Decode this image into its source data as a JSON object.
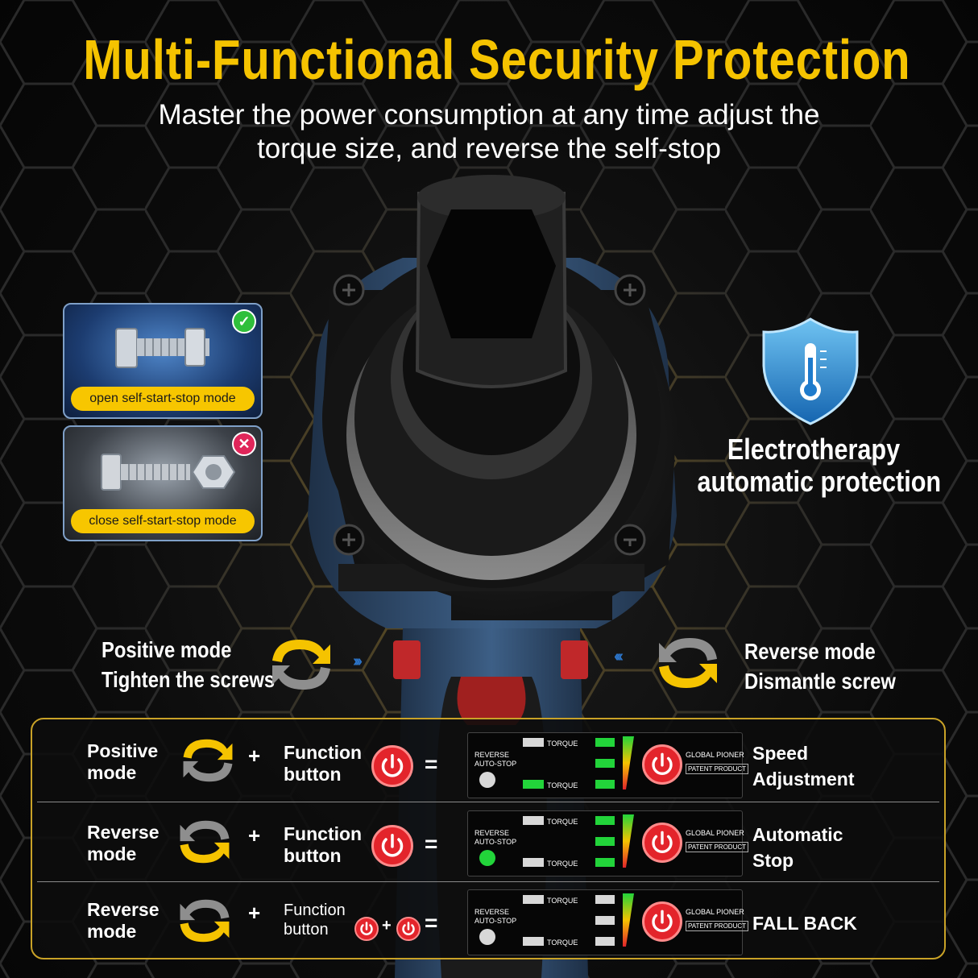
{
  "header": {
    "title": "Multi-Functional Security Protection",
    "subtitle_line1": "Master the power consumption at any time adjust the",
    "subtitle_line2": "torque size, and reverse the self-stop"
  },
  "modes": {
    "open_label": "open self-start-stop mode",
    "close_label": "close self-start-stop mode"
  },
  "feature": {
    "line1": "Electrotherapy",
    "line2": "automatic protection"
  },
  "directions": {
    "positive_line1": "Positive mode",
    "positive_line2": "Tighten the screws",
    "reverse_line1": "Reverse mode",
    "reverse_line2": "Dismantle screw"
  },
  "colors": {
    "accent_yellow": "#f5c300",
    "power_red": "#e3242b",
    "led_green": "#22d43a",
    "panel_border": "#c9a227"
  },
  "table": {
    "rows": [
      {
        "mode_line1": "Positive",
        "mode_line2": "mode",
        "plus": "+",
        "fn_line1": "Function",
        "fn_line2": "button",
        "equals": "=",
        "display": {
          "rev_line1": "REVERSE",
          "rev_line2": "AUTO-STOP",
          "torque_top": "TORQUE",
          "torque_bottom": "TORQUE",
          "brand": "GLOBAL PIONER",
          "patent": "PATENT PRODUCT"
        },
        "result_line1": "Speed",
        "result_line2": "Adjustment"
      },
      {
        "mode_line1": "Reverse",
        "mode_line2": "mode",
        "plus": "+",
        "fn_line1": "Function",
        "fn_line2": "button",
        "equals": "=",
        "display": {
          "rev_line1": "REVERSE",
          "rev_line2": "AUTO-STOP",
          "torque_top": "TORQUE",
          "torque_bottom": "TORQUE",
          "brand": "GLOBAL PIONER",
          "patent": "PATENT PRODUCT"
        },
        "result_line1": "Automatic",
        "result_line2": "Stop"
      },
      {
        "mode_line1": "Reverse",
        "mode_line2": "mode",
        "plus": "+",
        "fn_line1": "Function",
        "fn_line2": "button",
        "fn_plus": "+",
        "equals": "=",
        "display": {
          "rev_line1": "REVERSE",
          "rev_line2": "AUTO-STOP",
          "torque_top": "TORQUE",
          "torque_bottom": "TORQUE",
          "brand": "GLOBAL PIONER",
          "patent": "PATENT PRODUCT"
        },
        "result_line1": "FALL BACK",
        "result_line2": ""
      }
    ]
  }
}
